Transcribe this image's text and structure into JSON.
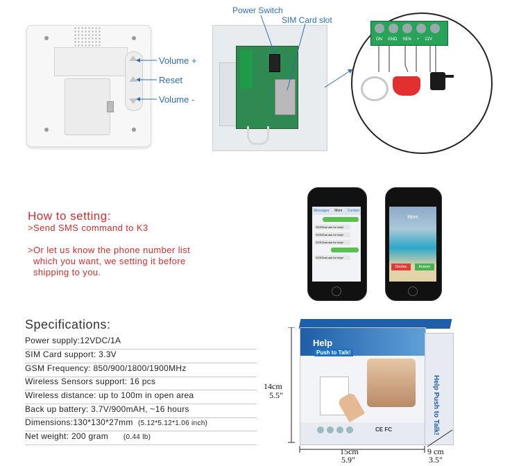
{
  "device_labels": {
    "volume_up": "Volume +",
    "reset": "Reset",
    "volume_down": "Volume -"
  },
  "inset_labels": {
    "power_switch": "Power Switch",
    "sim_slot": "SIM Card slot"
  },
  "terminal_labels": [
    "ON",
    "GND",
    "SEN",
    "+",
    "12V"
  ],
  "howto": {
    "title": "How to setting:",
    "line1": ">Send SMS command to K3",
    "line2a": ">Or let us know the phone number list",
    "line2b": "which you want, we setting it before",
    "line2c": "shipping to you."
  },
  "phone_left": {
    "header_back": "Messages",
    "header_title": "Mom",
    "header_right": "Contact",
    "messages": [
      "SOS!Dad ask for help!",
      "SOS!Dad ask for help!",
      "SOS!Dad ask for help!",
      "SOS!Dad ask for help!"
    ]
  },
  "phone_right": {
    "caller": "Mom",
    "decline": "Decline",
    "answer": "Answer"
  },
  "specs": {
    "title": "Specifications:",
    "rows": [
      {
        "main": "Power supply:12VDC/1A",
        "extra": ""
      },
      {
        "main": "SIM Card support: 3.3V",
        "extra": ""
      },
      {
        "main": "GSM Frequency: 850/900/1800/1900MHz",
        "extra": ""
      },
      {
        "main": "Wireless Sensors support:  16 pcs",
        "extra": ""
      },
      {
        "main": "Wireless distance: up to 100m in open area",
        "extra": ""
      },
      {
        "main": "Back up battery: 3.7V/900mAH, ~16 hours",
        "extra": ""
      },
      {
        "main": "Dimensions:130*130*27mm",
        "extra": "(5.12*5.12*1.06 inch)"
      },
      {
        "main": "Net weight:  200 gram",
        "extra": "(0.44 lb)"
      }
    ]
  },
  "box": {
    "brand_line1": "Help",
    "brand_line2": "Push to Talk!",
    "side_text": "Help Push to Talk!",
    "cert": "CE FC"
  },
  "dimensions": {
    "height_cm": "14cm",
    "height_in": "5.5\"",
    "width_cm": "15cm",
    "width_in": "5.9\"",
    "depth_cm": "9 cm",
    "depth_in": "3.5\""
  }
}
